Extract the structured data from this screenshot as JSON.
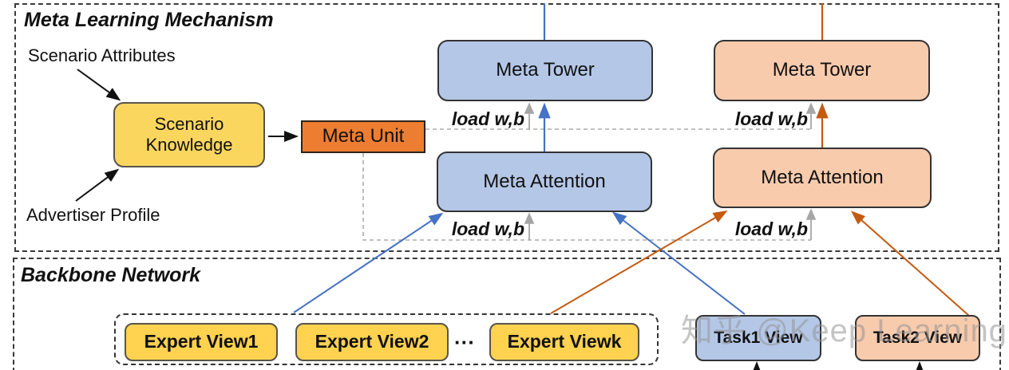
{
  "sections": {
    "meta": {
      "title": "Meta Learning Mechanism"
    },
    "backbone": {
      "title": "Backbone Network"
    }
  },
  "labels": {
    "scenario_attributes": "Scenario Attributes",
    "advertiser_profile": "Advertiser Profile",
    "load_wb": "load w,b",
    "dots": "···"
  },
  "nodes": {
    "scenario_knowledge": "Scenario Knowledge",
    "meta_unit": "Meta Unit",
    "meta_tower": "Meta Tower",
    "meta_attention": "Meta Attention",
    "expert_view1": "Expert View1",
    "expert_view2": "Expert View2",
    "expert_viewk": "Expert Viewk",
    "task1_view": "Task1 View",
    "task2_view": "Task2 View"
  },
  "watermark": "知乎 @Keep Learning",
  "colors": {
    "yellow_fill": "#FBD65F",
    "gold_fill": "#FFD24F",
    "blue_fill": "#B4C7E7",
    "peach_fill": "#F8CBAD",
    "orange_fill": "#ED7D31",
    "blue_arrow": "#4472C4",
    "orange_arrow": "#C55A11",
    "gray_dashed": "#ABABAB"
  }
}
